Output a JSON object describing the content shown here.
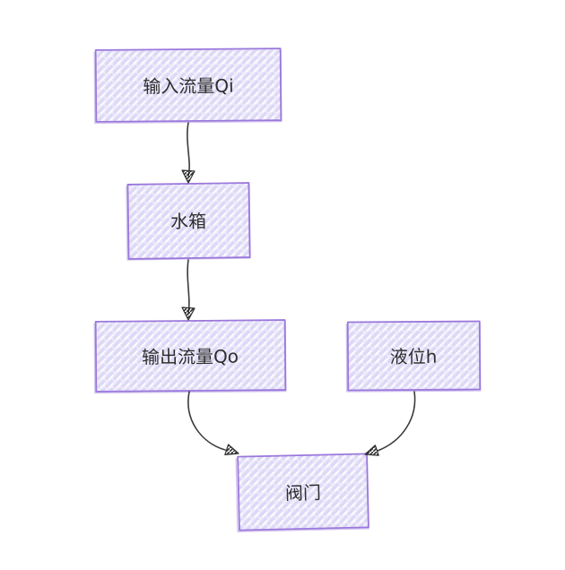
{
  "diagram": {
    "type": "flowchart",
    "style": "hand-drawn-sketch",
    "background": "#ffffff",
    "colors": {
      "node_border": "#9b78dc",
      "node_fill_base": "#efedfb",
      "node_fill_hatch": "#dcd8f6",
      "connector": "#3a3a3a",
      "text": "#2e2e2e"
    },
    "nodes": [
      {
        "id": "input-flow",
        "label": "输入流量Qi"
      },
      {
        "id": "water-tank",
        "label": "水箱"
      },
      {
        "id": "output-flow",
        "label": "输出流量Qo"
      },
      {
        "id": "liquid-level",
        "label": "液位h"
      },
      {
        "id": "valve",
        "label": "阀门"
      }
    ],
    "edges": [
      {
        "from": "input-flow",
        "to": "water-tank",
        "arrowhead": "hatched-triangle"
      },
      {
        "from": "water-tank",
        "to": "output-flow",
        "arrowhead": "hatched-triangle"
      },
      {
        "from": "output-flow",
        "to": "valve",
        "arrowhead": "hatched-triangle"
      },
      {
        "from": "liquid-level",
        "to": "valve",
        "arrowhead": "hatched-triangle"
      }
    ]
  }
}
